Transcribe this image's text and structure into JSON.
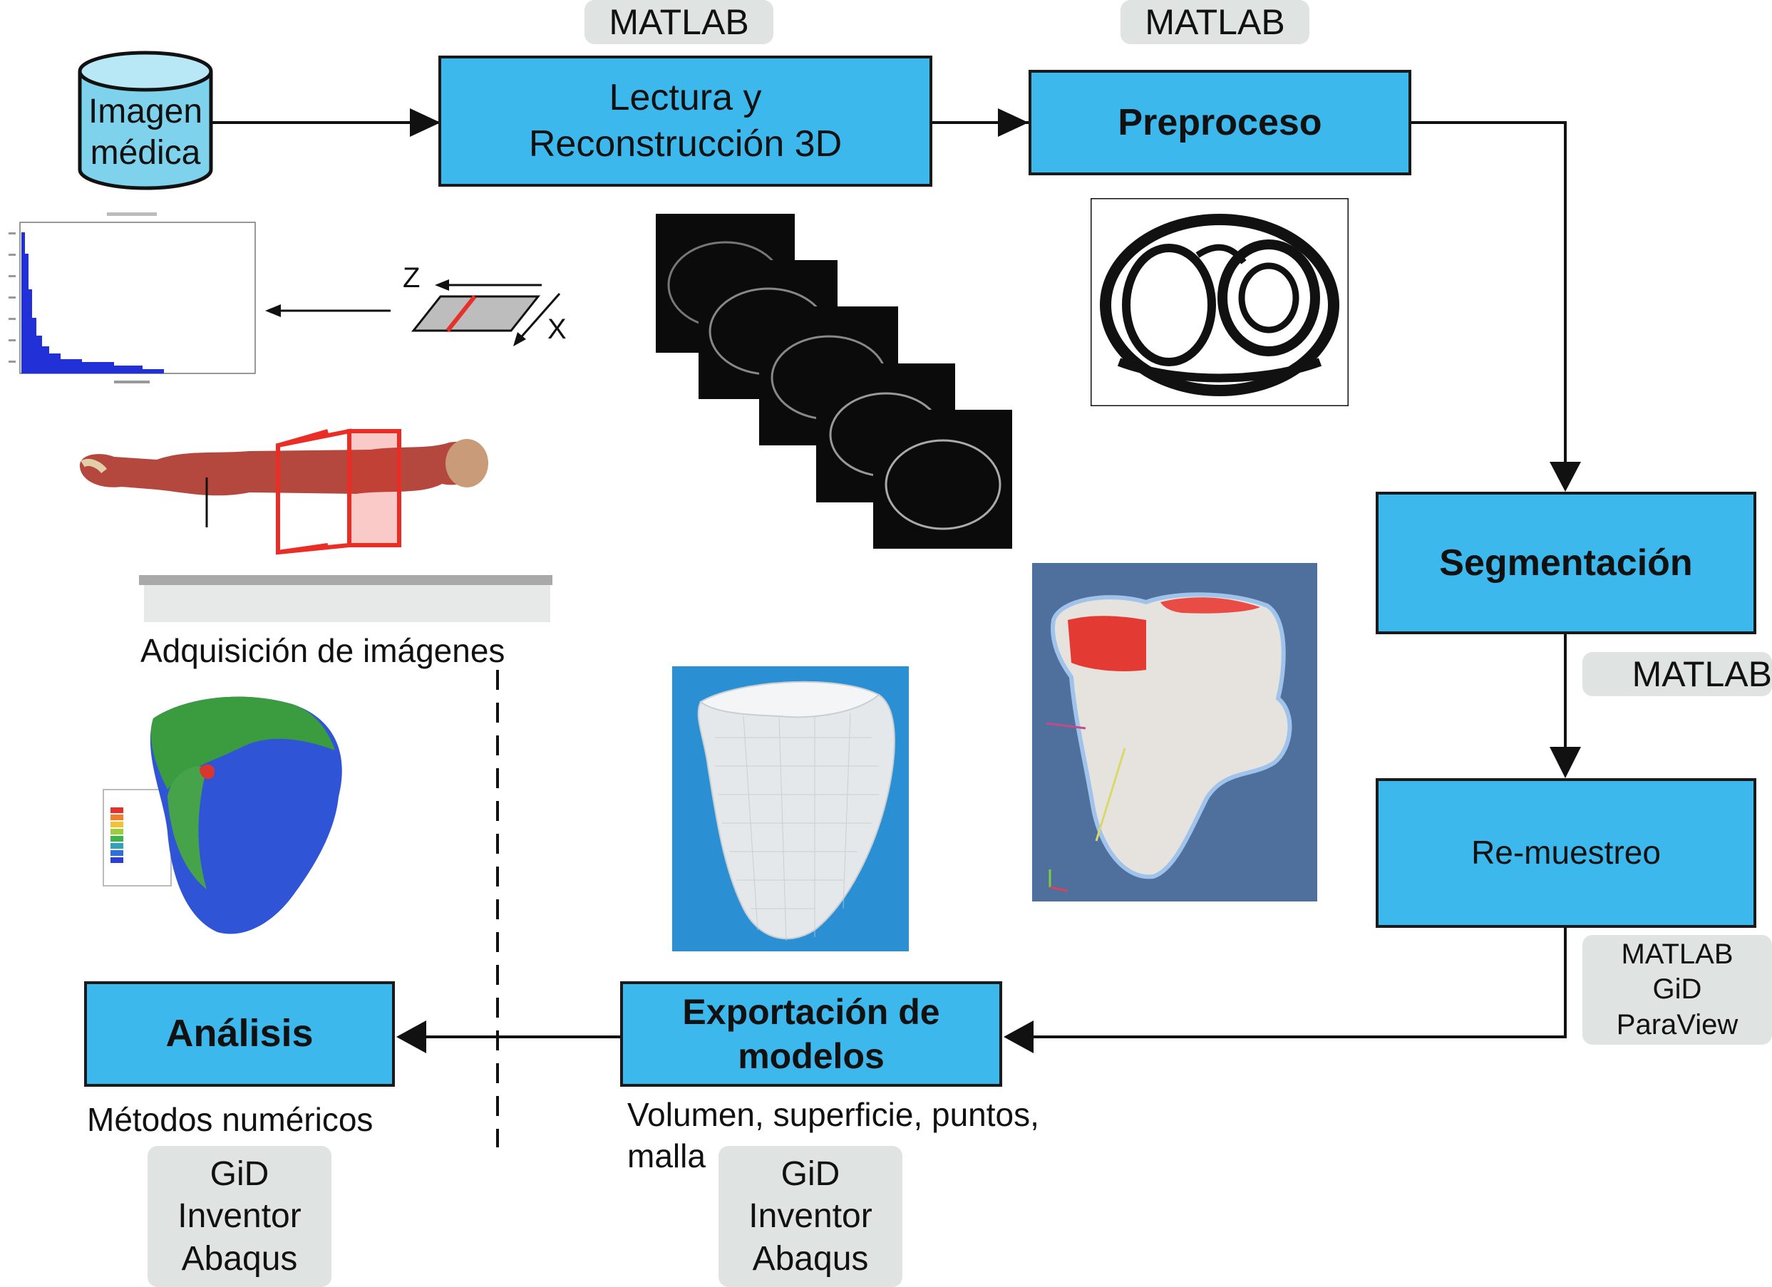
{
  "sources": {
    "database": {
      "line1": "Imagen",
      "line2": "médica"
    }
  },
  "steps": {
    "lectura": {
      "line1": "Lectura y",
      "line2": "Reconstrucción 3D"
    },
    "preproceso": "Preproceso",
    "segmentacion": "Segmentación",
    "remuestreo": "Re-muestreo",
    "exportacion": {
      "line1": "Exportación de",
      "line2": "modelos"
    },
    "analisis": "Análisis"
  },
  "software": {
    "lectura": "MATLAB",
    "preproceso": "MATLAB",
    "segmentacion": "MATLAB",
    "remuestreo": [
      "MATLAB",
      "GiD",
      "ParaView"
    ],
    "exportacion": [
      "GiD",
      "Inventor",
      "Abaqus"
    ],
    "analisis": [
      "GiD",
      "Inventor",
      "Abaqus"
    ]
  },
  "labels": {
    "acquisition": "Adquisición de imágenes",
    "numeric_methods": "Métodos numéricos",
    "export_types": {
      "line1": "Volumen, superficie, puntos,",
      "line2": "malla"
    },
    "axis_z": "Z",
    "axis_x": "X"
  },
  "colors": {
    "box_fill": "#3db8ec",
    "tag_fill": "#dfe3e1",
    "highlight_red": "#e8302a"
  }
}
